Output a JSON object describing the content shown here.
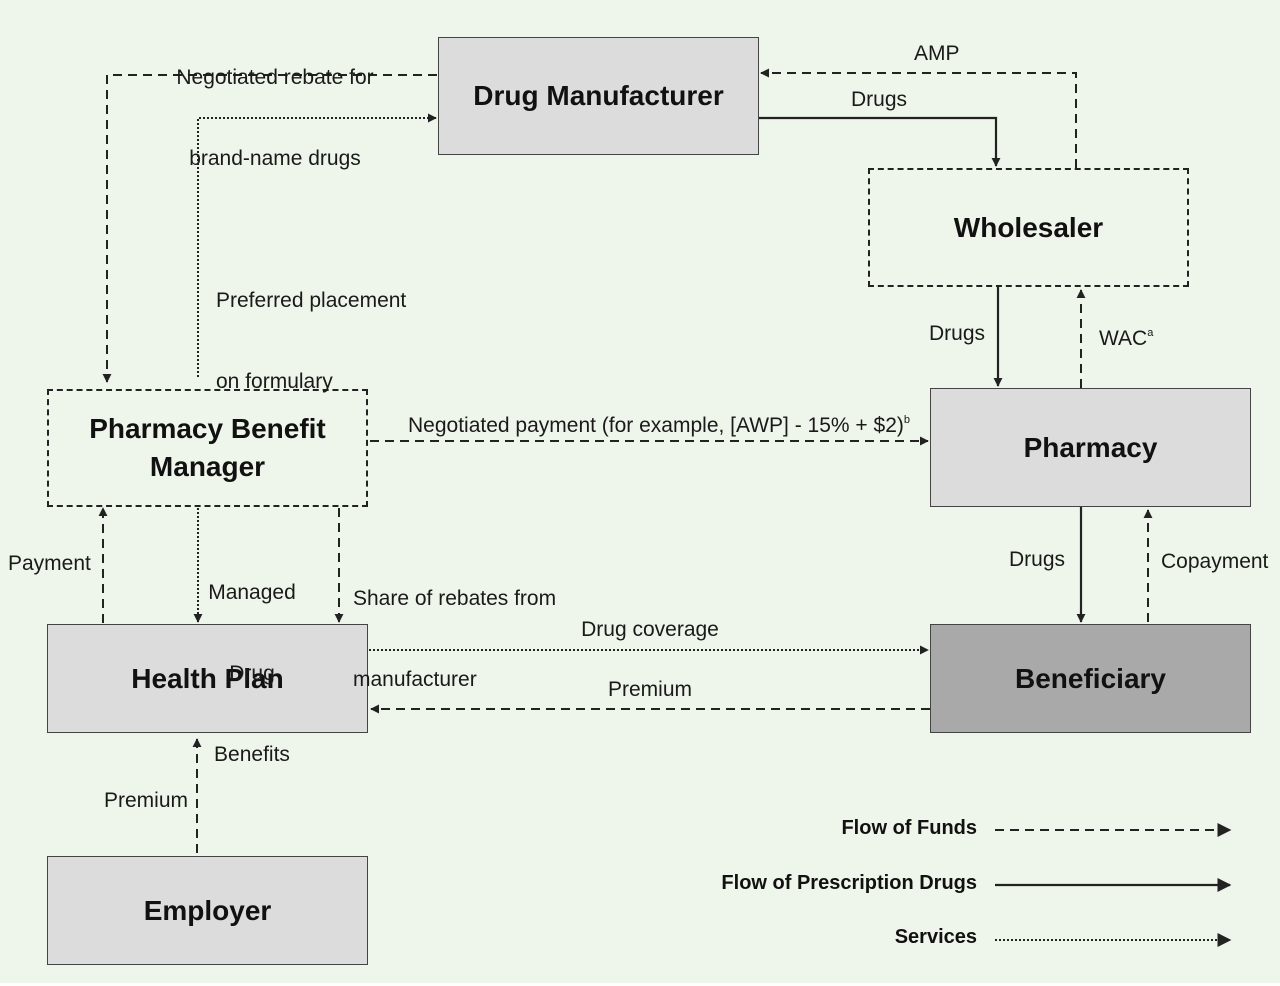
{
  "nodes": {
    "drug_manufacturer": "Drug Manufacturer",
    "wholesaler": "Wholesaler",
    "pbm_line1": "Pharmacy Benefit",
    "pbm_line2": "Manager",
    "pharmacy": "Pharmacy",
    "health_plan": "Health Plan",
    "beneficiary": "Beneficiary",
    "employer": "Employer"
  },
  "edges": {
    "rebate_line1": "Negotiated rebate for",
    "rebate_line2": "brand-name drugs",
    "amp": "AMP",
    "drugs_mfr_wholesaler": "Drugs",
    "formulary_line1": "Preferred placement",
    "formulary_line2": "on formulary",
    "drugs_wholesaler_pharmacy": "Drugs",
    "wac": "WAC",
    "wac_sup": "a",
    "negotiated_payment": "Negotiated payment (for example, [AWP] - 15% + $2)",
    "negotiated_payment_sup": "b",
    "payment": "Payment",
    "managed_line1": "Managed",
    "managed_line2": "Drug",
    "managed_line3": "Benefits",
    "share_line1": "Share of rebates from",
    "share_line2": "manufacturer",
    "drugs_pharmacy_beneficiary": "Drugs",
    "copayment": "Copayment",
    "drug_coverage": "Drug coverage",
    "premium_beneficiary": "Premium",
    "premium_employer": "Premium"
  },
  "legend": {
    "funds": "Flow of Funds",
    "drugs": "Flow of Prescription Drugs",
    "services": "Services"
  },
  "line_styles": {
    "funds": "dashed",
    "drugs": "solid",
    "services": "dotted"
  },
  "colors": {
    "background": "#eef5ea",
    "box_fill": "#dcdcdc",
    "beneficiary_fill": "#a9a9a9",
    "line": "#222222"
  }
}
